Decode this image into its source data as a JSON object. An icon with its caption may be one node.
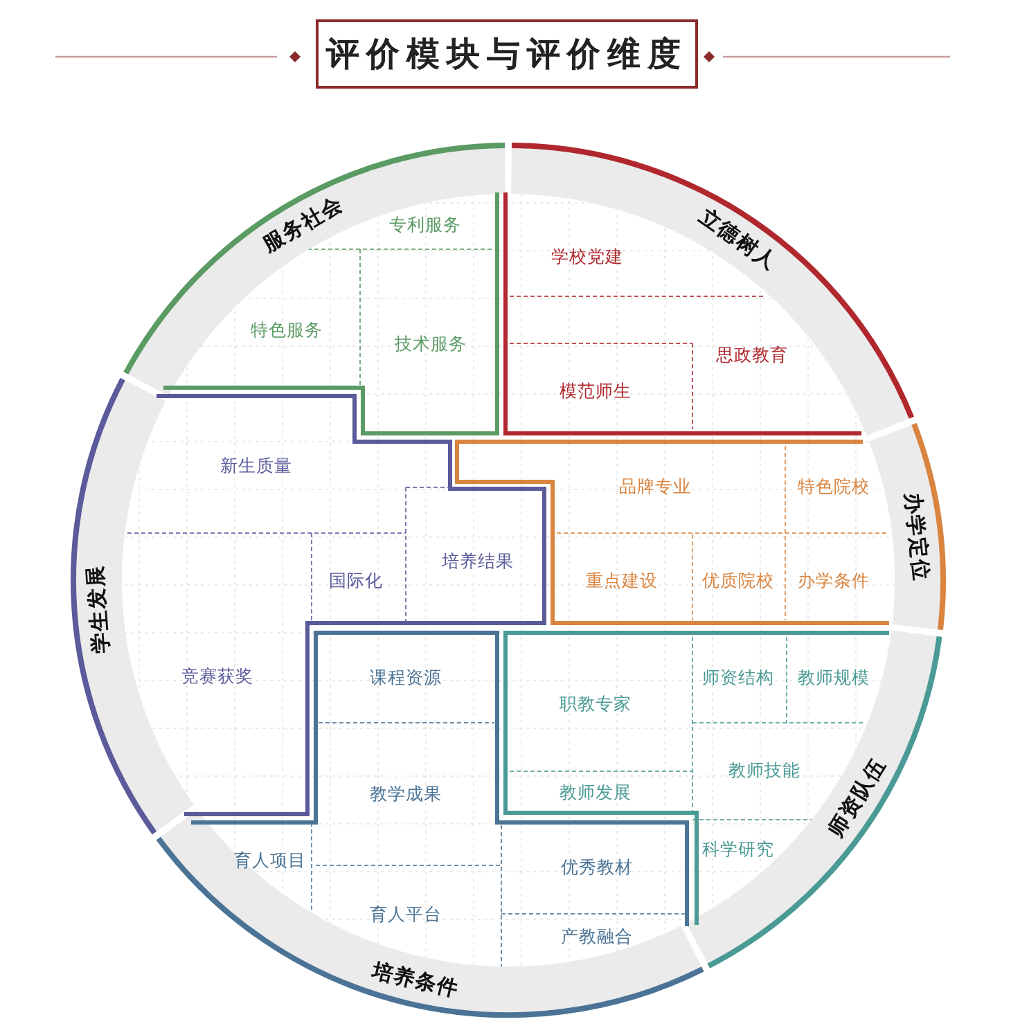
{
  "diagram": {
    "title": "评价模块与评价维度",
    "nodes": [
      {
        "text": [
          "立德树人"
        ]
      },
      {
        "text": [
          "学校党建"
        ]
      },
      {
        "text": [
          "思政教育"
        ]
      },
      {
        "text": [
          "模范师生"
        ]
      },
      {
        "text": [
          "办学定位"
        ]
      },
      {
        "text": [
          "品牌专业"
        ]
      },
      {
        "text": [
          "特色院校"
        ]
      },
      {
        "text": [
          "重点建设"
        ]
      },
      {
        "text": [
          "优质院校"
        ]
      },
      {
        "text": [
          "办学条件"
        ]
      },
      {
        "text": [
          "师资队伍"
        ]
      },
      {
        "text": [
          "师资结构"
        ]
      },
      {
        "text": [
          "教师规模"
        ]
      },
      {
        "text": [
          "职教专家"
        ]
      },
      {
        "text": [
          "教师技能"
        ]
      },
      {
        "text": [
          "教师发展"
        ]
      },
      {
        "text": [
          "科学研究"
        ]
      },
      {
        "text": [
          "培养条件"
        ]
      },
      {
        "text": [
          "课程资源"
        ]
      },
      {
        "text": [
          "教学成果"
        ]
      },
      {
        "text": [
          "育人项目"
        ]
      },
      {
        "text": [
          "优秀教材"
        ]
      },
      {
        "text": [
          "育人平台"
        ]
      },
      {
        "text": [
          "产教融合"
        ]
      },
      {
        "text": [
          "学生发展"
        ]
      },
      {
        "text": [
          "新生质量"
        ]
      },
      {
        "text": [
          "培养结果"
        ]
      },
      {
        "text": [
          "国际化"
        ]
      },
      {
        "text": [
          "竞赛获奖"
        ]
      },
      {
        "text": [
          "服务社会"
        ]
      },
      {
        "text": [
          "专利服务"
        ]
      },
      {
        "text": [
          "特色服务"
        ]
      },
      {
        "text": [
          "技术服务"
        ]
      }
    ]
  }
}
